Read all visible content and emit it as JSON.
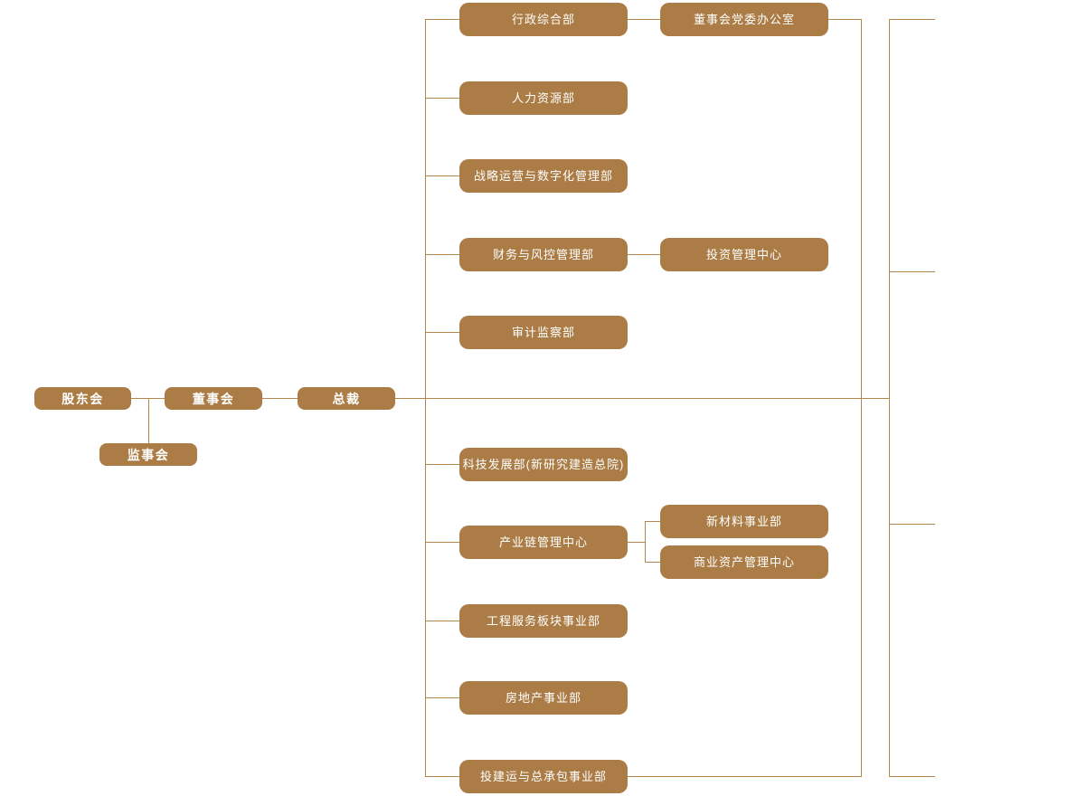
{
  "colors": {
    "box_fill": "#ab7c45",
    "connector": "#b4874f",
    "text_color": "#ffffff",
    "bg": "#ffffff"
  },
  "governance": {
    "shareholders": "股东会",
    "board_of_directors": "董事会",
    "president": "总裁",
    "supervisory_board": "监事会"
  },
  "departments": [
    {
      "label": "行政综合部"
    },
    {
      "label": "人力资源部"
    },
    {
      "label": "战略运营与数字化管理部"
    },
    {
      "label": "财务与风控管理部"
    },
    {
      "label": "审计监察部"
    },
    {
      "label": "科技发展部(新研究建造总院)"
    },
    {
      "label": "产业链管理中心"
    },
    {
      "label": "工程服务板块事业部"
    },
    {
      "label": "房地产事业部"
    },
    {
      "label": "投建运与总承包事业部"
    }
  ],
  "sub_departments": [
    {
      "label": "董事会党委办公室",
      "parent": "行政综合部"
    },
    {
      "label": "投资管理中心",
      "parent": "财务与风控管理部"
    },
    {
      "label": "新材料事业部",
      "parent": "产业链管理中心"
    },
    {
      "label": "商业资产管理中心",
      "parent": "产业链管理中心"
    }
  ]
}
